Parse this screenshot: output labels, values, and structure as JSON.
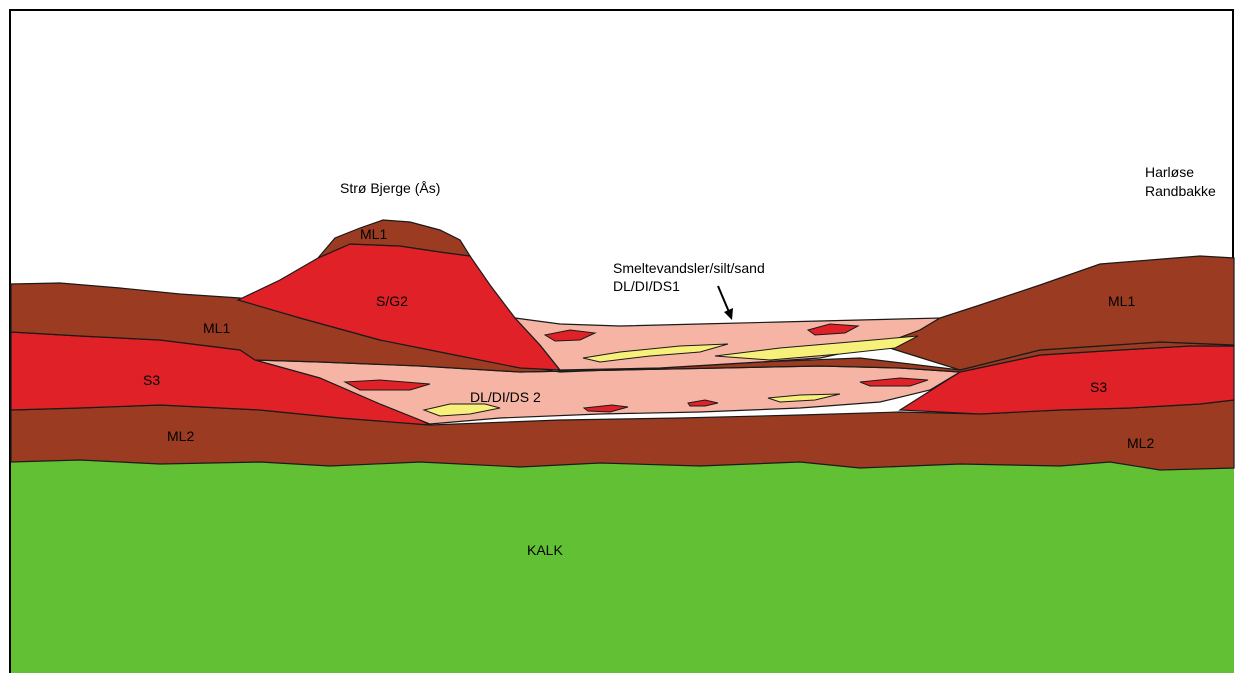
{
  "labels": {
    "title_left": "Strø Bjerge (Ås)",
    "title_right_line1": "Harløse",
    "title_right_line2": "Randbakke",
    "ml1_hill": "ML1",
    "sg2": "S/G2",
    "ml1_left": "ML1",
    "s3_left": "S3",
    "ml2_left": "ML2",
    "dl_di_ds2": "DL/DI/DS 2",
    "melt_line1": "Smeltevandsler/silt/sand",
    "melt_line2": "DL/DI/DS1",
    "ml1_right": "ML1",
    "s3_right": "S3",
    "ml2_right": "ML2",
    "kalk": "KALK"
  },
  "colors": {
    "brown": "#9b3c22",
    "red": "#e12128",
    "pink": "#f5b4a4",
    "yellow": "#f7f07a",
    "green": "#62c034",
    "outline": "#1a1a1a"
  }
}
